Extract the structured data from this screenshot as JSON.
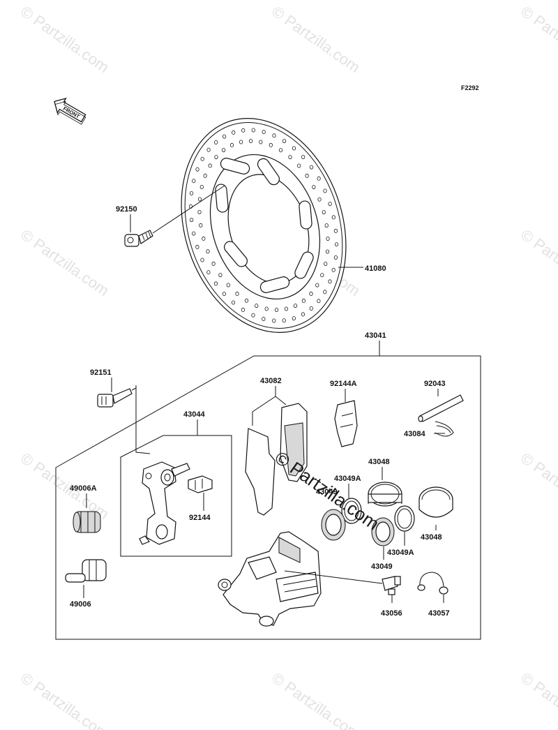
{
  "figure_code": "F2292",
  "front_label": "FRONT",
  "watermark": {
    "text": "© Partzilla.com"
  },
  "parts": {
    "p92150": "92150",
    "p41080": "41080",
    "p43041": "43041",
    "p92151": "92151",
    "p43082": "43082",
    "p92144A": "92144A",
    "p92043": "92043",
    "p43044": "43044",
    "p43084": "43084",
    "p43048_top": "43048",
    "p49006A": "49006A",
    "p43049A_top": "43049A",
    "p43049_top": "43049",
    "p92144": "92144",
    "p43048_right": "43048",
    "p43049A_right": "43049A",
    "p43049_bottom": "43049",
    "p49006": "49006",
    "p43056": "43056",
    "p43057": "43057"
  }
}
